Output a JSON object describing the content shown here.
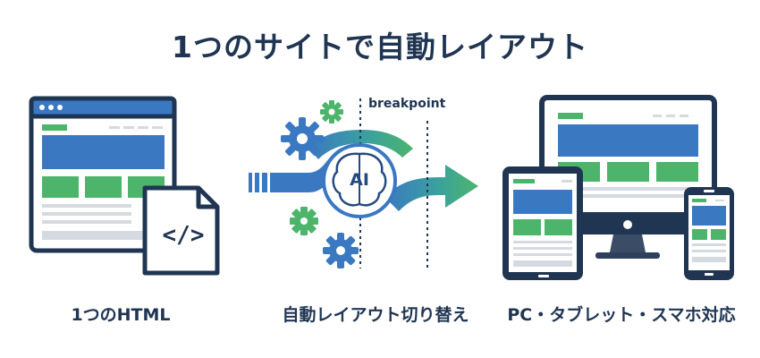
{
  "title": "1つのサイトで自動レイアウト",
  "breakpoint_label": "breakpoint",
  "ai_label": "AI",
  "code_label": "</>",
  "captions": {
    "left": "1つのHTML",
    "middle": "自動レイアウト切り替え",
    "right": "PC・タブレット・スマホ対応"
  },
  "colors": {
    "navy": "#1f3552",
    "blue": "#3a78c2",
    "green": "#4cb56b",
    "gray": "#d5dae1"
  },
  "icons": [
    "browser-window-icon",
    "html-file-icon",
    "gear-icon",
    "brain-icon",
    "arrow-icon",
    "desktop-monitor-icon",
    "tablet-icon",
    "smartphone-icon"
  ]
}
